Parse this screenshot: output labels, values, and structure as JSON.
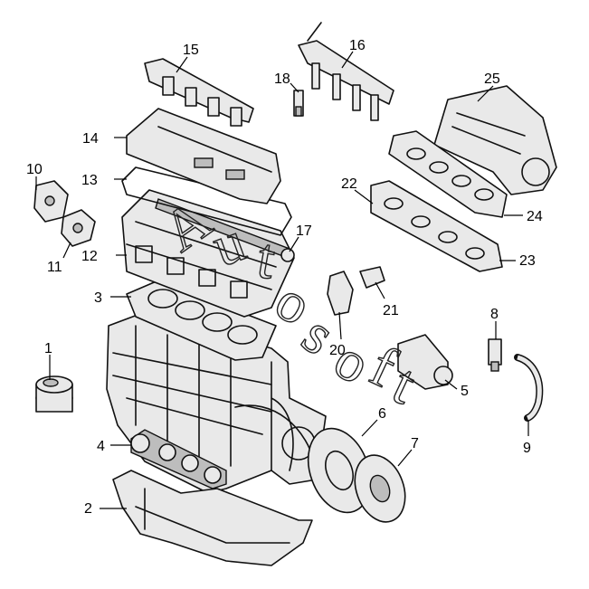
{
  "diagram": {
    "watermark": [
      "A",
      "u",
      "t",
      "o",
      "s",
      "o",
      "f",
      "t"
    ],
    "callouts": [
      {
        "id": "callout-1",
        "label": "1"
      },
      {
        "id": "callout-2",
        "label": "2"
      },
      {
        "id": "callout-3",
        "label": "3"
      },
      {
        "id": "callout-4",
        "label": "4"
      },
      {
        "id": "callout-5",
        "label": "5"
      },
      {
        "id": "callout-6",
        "label": "6"
      },
      {
        "id": "callout-7",
        "label": "7"
      },
      {
        "id": "callout-8",
        "label": "8"
      },
      {
        "id": "callout-9",
        "label": "9"
      },
      {
        "id": "callout-10",
        "label": "10"
      },
      {
        "id": "callout-11",
        "label": "11"
      },
      {
        "id": "callout-12",
        "label": "12"
      },
      {
        "id": "callout-13",
        "label": "13"
      },
      {
        "id": "callout-14",
        "label": "14"
      },
      {
        "id": "callout-15",
        "label": "15"
      },
      {
        "id": "callout-16",
        "label": "16"
      },
      {
        "id": "callout-17",
        "label": "17"
      },
      {
        "id": "callout-18",
        "label": "18"
      },
      {
        "id": "callout-20",
        "label": "20"
      },
      {
        "id": "callout-21",
        "label": "21"
      },
      {
        "id": "callout-22",
        "label": "22"
      },
      {
        "id": "callout-23",
        "label": "23"
      },
      {
        "id": "callout-24",
        "label": "24"
      },
      {
        "id": "callout-25",
        "label": "25"
      }
    ]
  }
}
